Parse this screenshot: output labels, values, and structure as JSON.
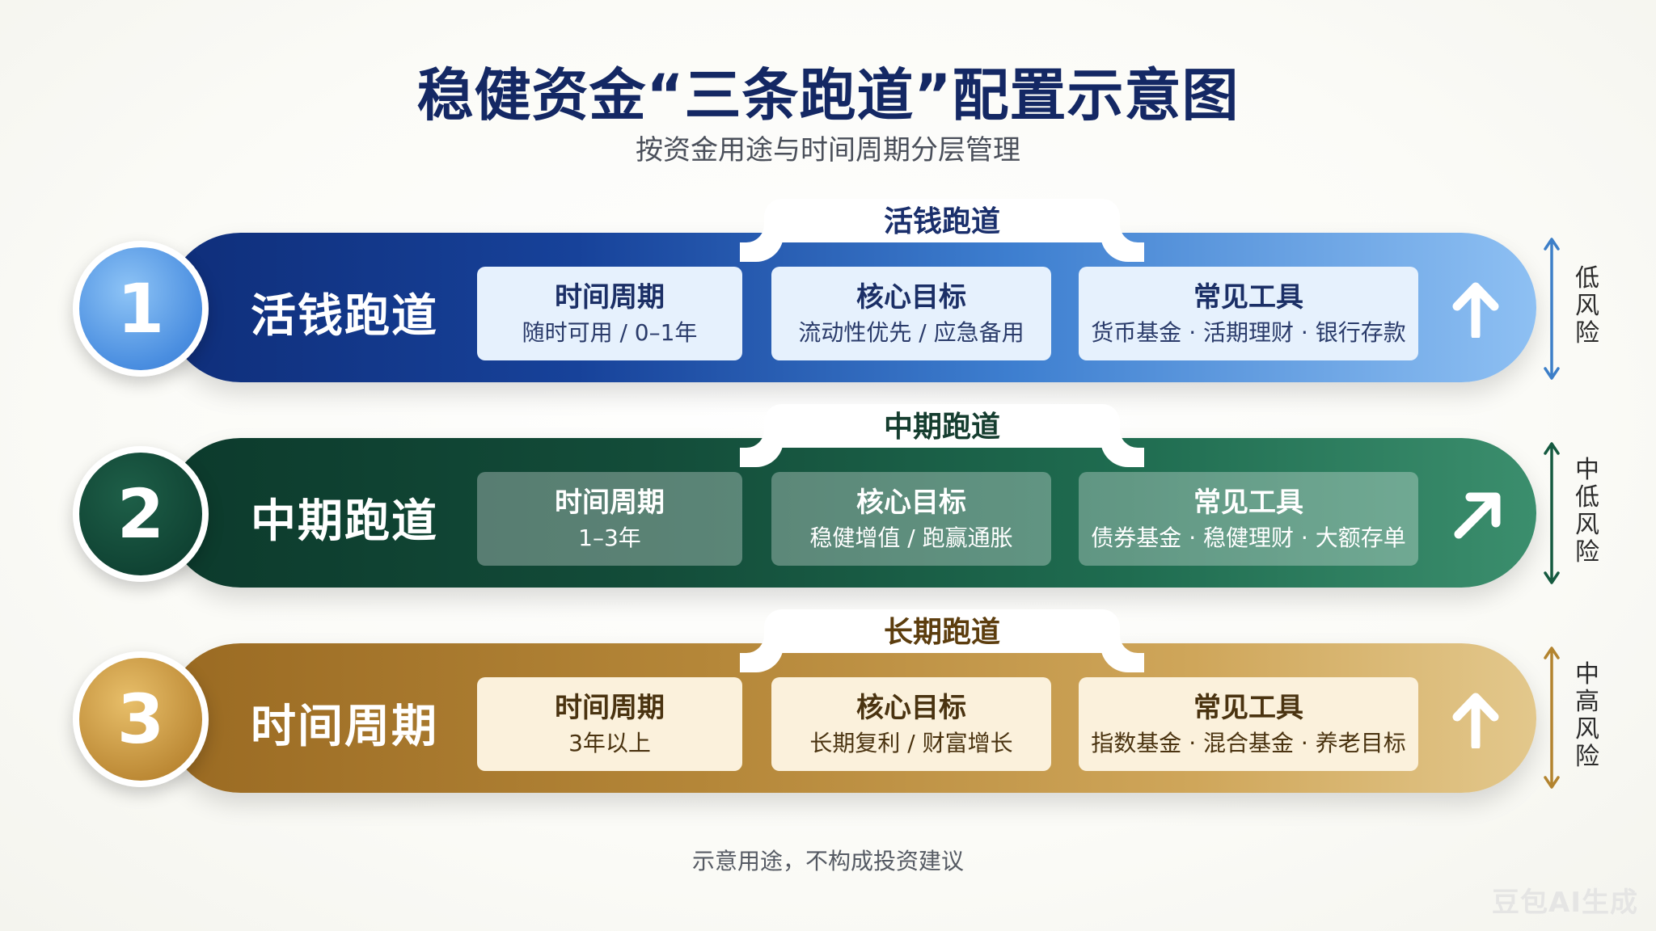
{
  "page": {
    "title": "稳健资金“三条跑道”配置示意图",
    "subtitle": "按资金用途与时间周期分层管理",
    "footnote": "示意用途，不构成投资建议",
    "watermark": "豆包AI生成"
  },
  "lanes": [
    {
      "tab": "活钱跑道",
      "number": "1",
      "name": "活钱跑道",
      "cards": [
        {
          "title": "时间周期",
          "value": "随时可用 / 0–1年"
        },
        {
          "title": "核心目标",
          "value": "流动性优先 / 应急备用"
        },
        {
          "title": "常见工具",
          "value": "货币基金 · 活期理财 · 银行存款"
        }
      ],
      "arrow_icon": "arrow-up-icon",
      "risk": "低风险",
      "color": "#17429a"
    },
    {
      "tab": "中期跑道",
      "number": "2",
      "name": "中期跑道",
      "cards": [
        {
          "title": "时间周期",
          "value": "1–3年"
        },
        {
          "title": "核心目标",
          "value": "稳健增值 / 跑赢通胀"
        },
        {
          "title": "常见工具",
          "value": "债券基金 · 稳健理财 · 大额存单"
        }
      ],
      "arrow_icon": "arrow-up-right-icon",
      "risk": "中低风险",
      "color": "#134c39"
    },
    {
      "tab": "长期跑道",
      "number": "3",
      "name": "时间周期",
      "cards": [
        {
          "title": "时间周期",
          "value": "3年以上"
        },
        {
          "title": "核心目标",
          "value": "长期复利 / 财富增长"
        },
        {
          "title": "常见工具",
          "value": "指数基金 · 混合基金 · 养老目标"
        }
      ],
      "arrow_icon": "arrow-up-icon",
      "risk": "中高风险",
      "color": "#b58739"
    }
  ]
}
